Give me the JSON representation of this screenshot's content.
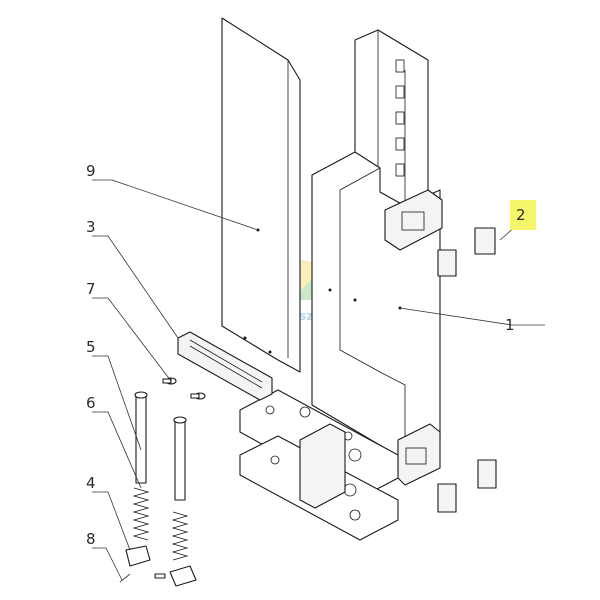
{
  "callouts": [
    {
      "id": "1",
      "label": "1"
    },
    {
      "id": "2",
      "label": "2",
      "highlighted": true
    },
    {
      "id": "3",
      "label": "3"
    },
    {
      "id": "4",
      "label": "4"
    },
    {
      "id": "5",
      "label": "5"
    },
    {
      "id": "6",
      "label": "6"
    },
    {
      "id": "7",
      "label": "7"
    },
    {
      "id": "8",
      "label": "8"
    },
    {
      "id": "9",
      "label": "9"
    }
  ],
  "watermark": {
    "text": "AZwarsztat.pl"
  },
  "colors": {
    "highlight": "#f5f56a",
    "line": "#1a1a1a",
    "watermark_text": "#7fb3d5"
  }
}
